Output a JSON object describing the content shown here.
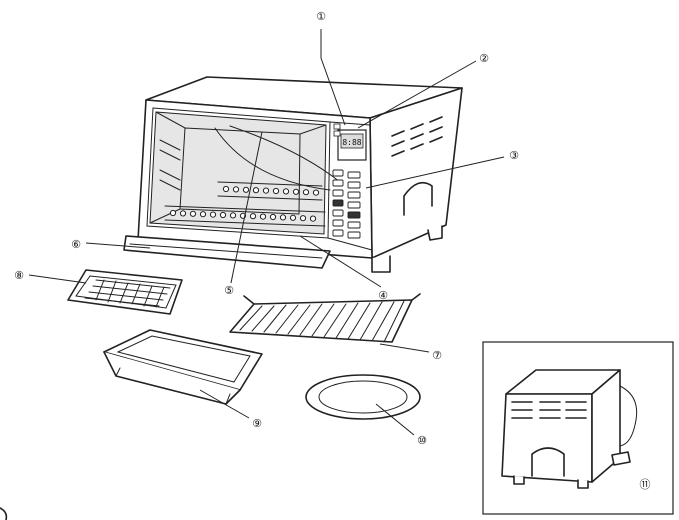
{
  "callouts": [
    {
      "id": "1",
      "label": "①"
    },
    {
      "id": "2",
      "label": "②"
    },
    {
      "id": "3",
      "label": "③"
    },
    {
      "id": "4",
      "label": "④"
    },
    {
      "id": "5",
      "label": "⑤"
    },
    {
      "id": "6",
      "label": "⑥"
    },
    {
      "id": "7",
      "label": "⑦"
    },
    {
      "id": "8",
      "label": "⑧"
    },
    {
      "id": "9",
      "label": "⑨"
    },
    {
      "id": "10",
      "label": "⑩"
    },
    {
      "id": "11",
      "label": "⑪"
    }
  ],
  "display": {
    "readout": "8:88"
  },
  "colors": {
    "line": "#222222",
    "glass": "#e6e6e6",
    "background": "#ffffff"
  }
}
